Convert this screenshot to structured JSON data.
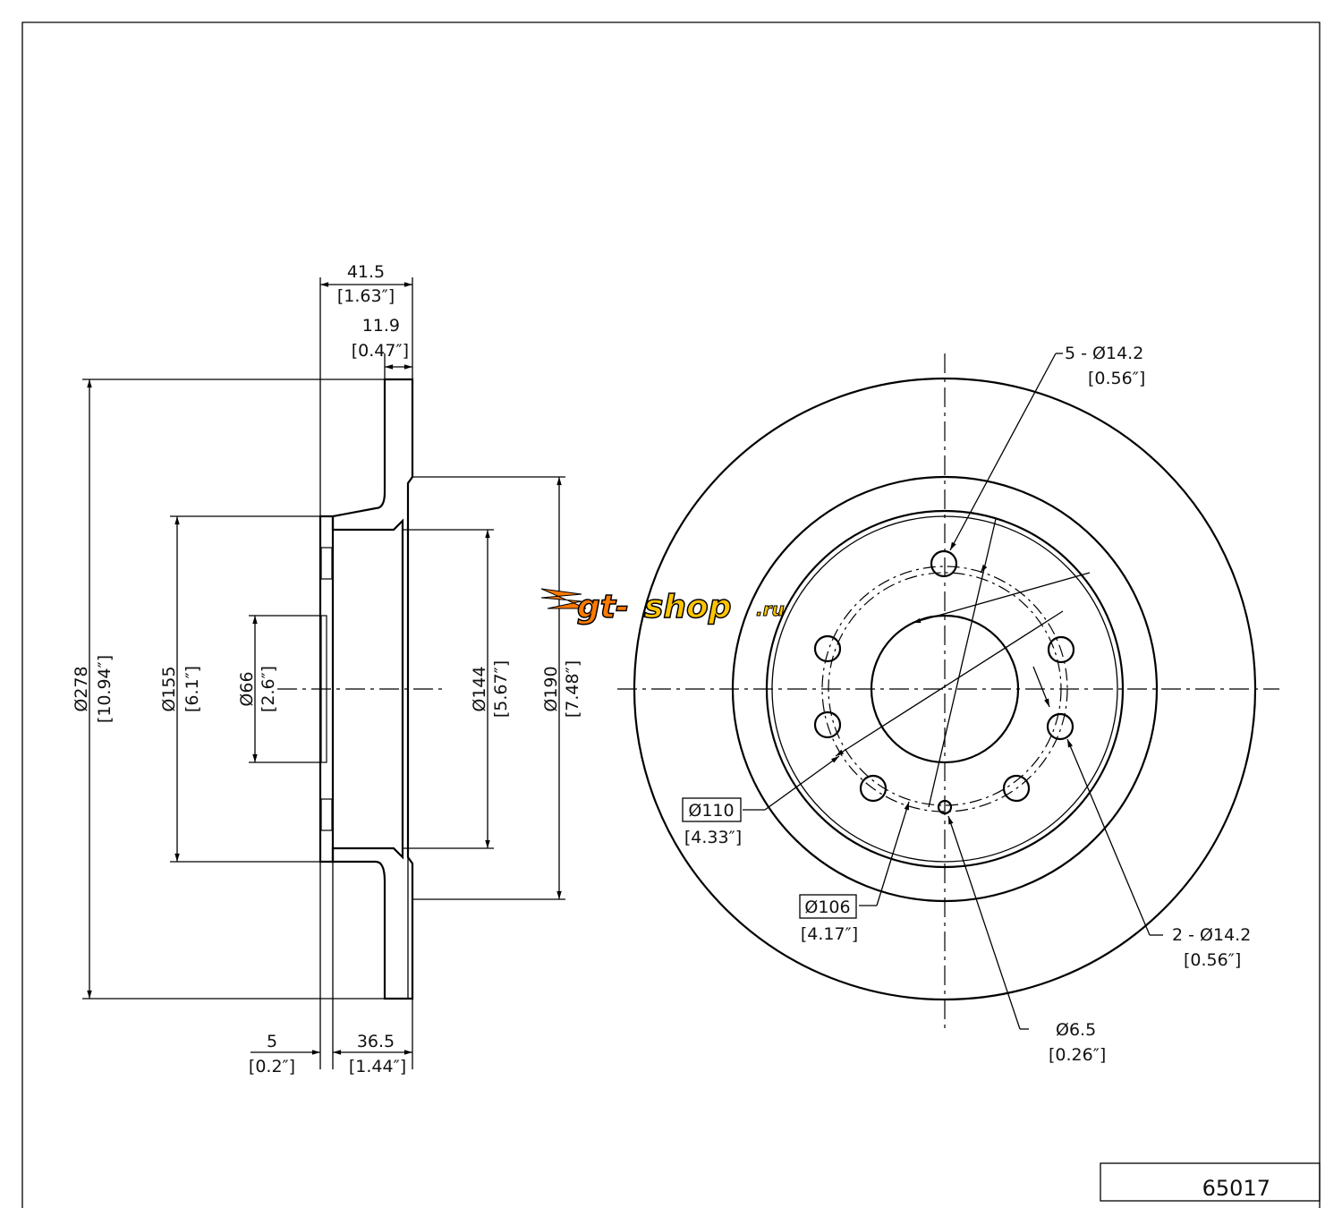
{
  "part_number": "65017",
  "logo": {
    "text_a": "gt-",
    "text_b": "shop",
    "text_c": ".ru"
  },
  "colors": {
    "logo_orange": "#ff7a00",
    "logo_yellow": "#ffc400"
  },
  "section_dims": {
    "overall_width": {
      "mm": "41.5",
      "in": "[1.63″]"
    },
    "rim_thickness": {
      "mm": "11.9",
      "in": "[0.47″]"
    },
    "outer_diameter": {
      "mm": "Ø278",
      "in": "[10.94″]"
    },
    "hat_diameter": {
      "mm": "Ø155",
      "in": "[6.1″]"
    },
    "center_bore": {
      "mm": "Ø66",
      "in": "[2.6″]"
    },
    "inner_hat": {
      "mm": "Ø144",
      "in": "[5.67″]"
    },
    "friction_inner": {
      "mm": "Ø190",
      "in": "[7.48″]"
    },
    "hat_thickness": {
      "mm": "5",
      "in": "[0.2″]"
    },
    "hat_height": {
      "mm": "36.5",
      "in": "[1.44″]"
    }
  },
  "face_dims": {
    "bolt_holes_a": {
      "mm": "5 - Ø14.2",
      "in": "[0.56″]"
    },
    "bolt_holes_b": {
      "mm": "2 - Ø14.2",
      "in": "[0.56″]"
    },
    "pcd_110": {
      "mm": "Ø110",
      "in": "[4.33″]"
    },
    "pcd_106": {
      "mm": "Ø106",
      "in": "[4.17″]"
    },
    "locator_hole": {
      "mm": "Ø6.5",
      "in": "[0.26″]"
    }
  }
}
